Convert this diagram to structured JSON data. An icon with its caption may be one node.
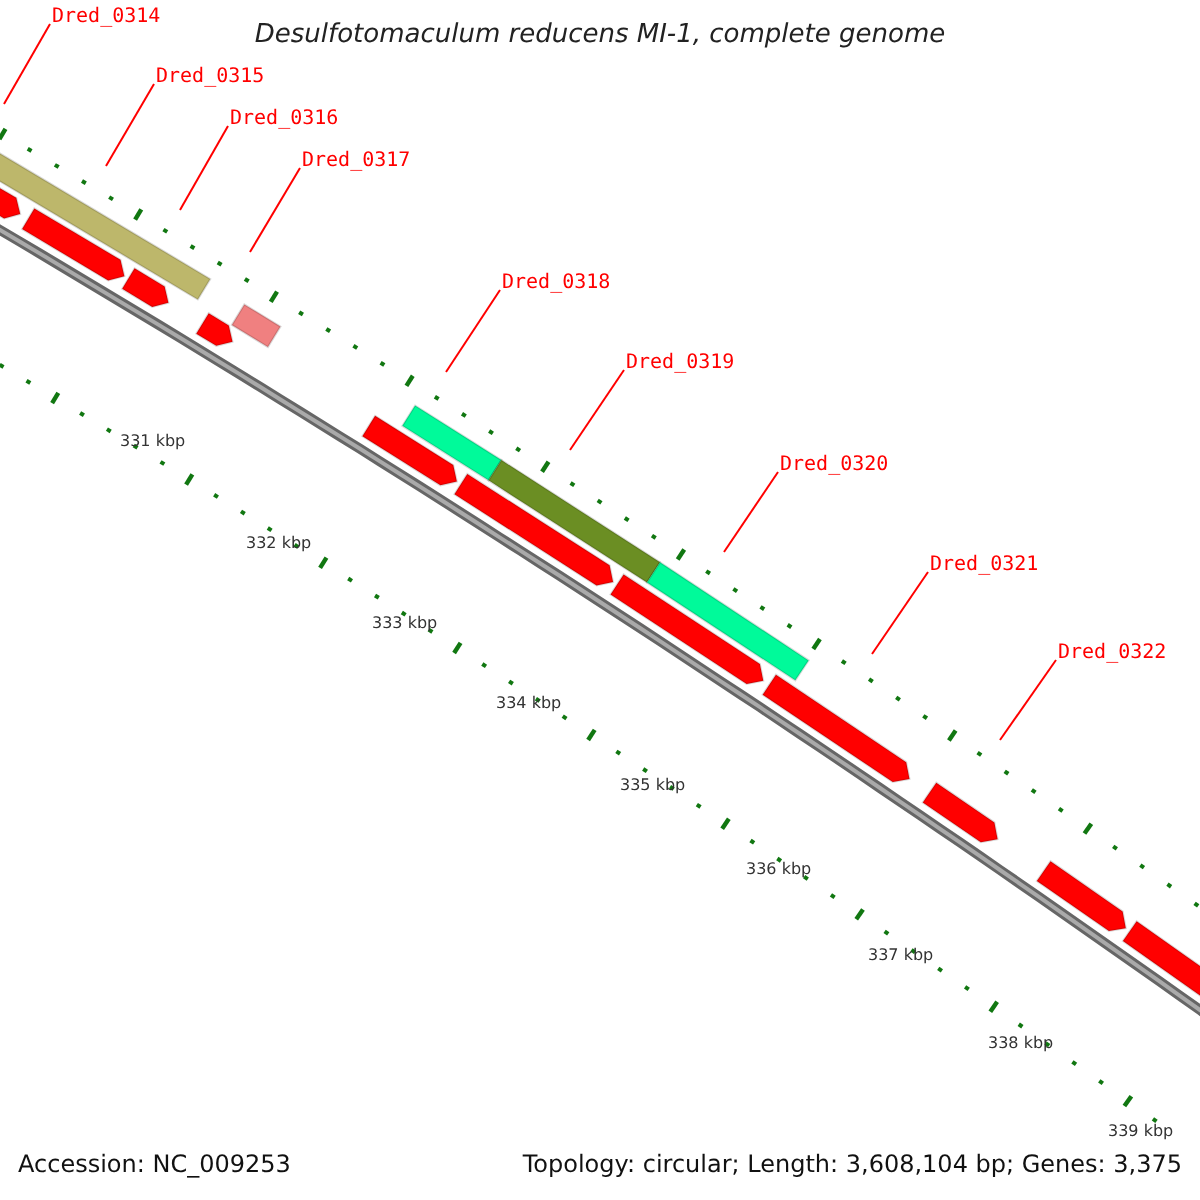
{
  "diagram": {
    "title": "Desulfotomaculum reducens MI-1, complete genome",
    "nodes": [
      {
        "text": [
          "Dred_0314"
        ]
      },
      {
        "text": [
          "Dred_0315"
        ]
      },
      {
        "text": [
          "Dred_0316"
        ]
      },
      {
        "text": [
          "Dred_0317"
        ]
      },
      {
        "text": [
          "Dred_0318"
        ]
      },
      {
        "text": [
          "Dred_0319"
        ]
      },
      {
        "text": [
          "Dred_0320"
        ]
      },
      {
        "text": [
          "Dred_0321"
        ]
      },
      {
        "text": [
          "Dred_0322"
        ]
      }
    ],
    "edges": [
      {
        "from": 0,
        "to": null,
        "arrow": "none"
      },
      {
        "from": 1,
        "to": null,
        "arrow": "none"
      },
      {
        "from": 2,
        "to": null,
        "arrow": "none"
      },
      {
        "from": 3,
        "to": null,
        "arrow": "none"
      },
      {
        "from": 4,
        "to": null,
        "arrow": "none"
      },
      {
        "from": 5,
        "to": null,
        "arrow": "none"
      },
      {
        "from": 6,
        "to": null,
        "arrow": "none"
      },
      {
        "from": 7,
        "to": null,
        "arrow": "none"
      },
      {
        "from": 8,
        "to": null,
        "arrow": "none"
      }
    ],
    "labels": [
      "331 kbp",
      "332 kbp",
      "333 kbp",
      "334 kbp",
      "335 kbp",
      "336 kbp",
      "337 kbp",
      "338 kbp",
      "339 kbp",
      "Accession: NC_009253",
      "Topology: circular; Length: 3,608,104 bp; Genes: 3,375"
    ]
  }
}
